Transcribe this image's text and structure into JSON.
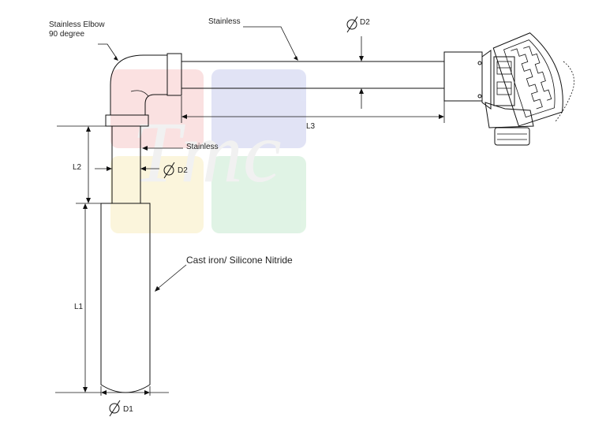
{
  "labels": {
    "elbow_line1": "Stainless Elbow",
    "elbow_line2": "90 degree",
    "stainless_top": "Stainless",
    "d2_top": "D2",
    "l3": "L3",
    "stainless_mid": "Stainless",
    "l2": "L2",
    "d2_mid": "D2",
    "cast_iron": "Cast iron/ Silicone Nitride",
    "l1": "L1",
    "d1": "D1"
  },
  "watermark": {
    "text": "Tmc",
    "colors": [
      "#f7c9c9",
      "#c9cdee",
      "#f9eec0",
      "#c8ebd0"
    ]
  },
  "colors": {
    "line": "#111111",
    "fill": "#ffffff"
  }
}
